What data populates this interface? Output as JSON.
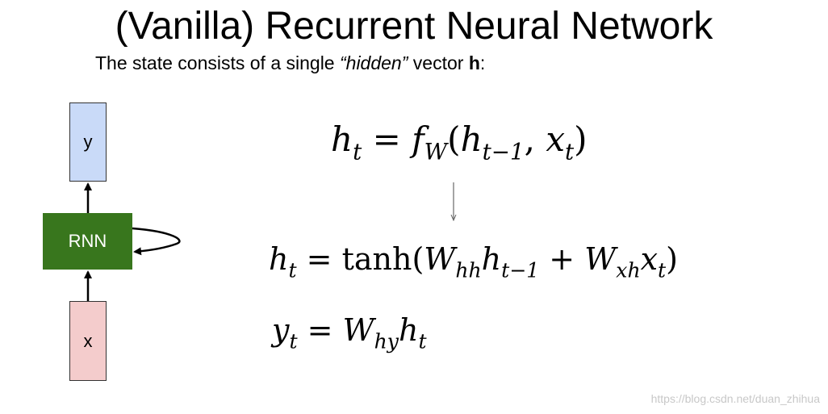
{
  "slide": {
    "title": "(Vanilla) Recurrent Neural Network",
    "subtitle_prefix": "The state consists of a single ",
    "subtitle_em": "“hidden”",
    "subtitle_mid": " vector ",
    "subtitle_bold": "h",
    "subtitle_suffix": ":"
  },
  "diagram": {
    "output_label": "y",
    "cell_label": "RNN",
    "input_label": "x",
    "output_color": "#c9daf8",
    "cell_color": "#38761d",
    "input_color": "#f4cccc"
  },
  "equations": {
    "eq1": {
      "lhs_var": "h",
      "lhs_sub": "t",
      "eq": "=",
      "f": "f",
      "f_sub": "W",
      "open": "(",
      "a": "h",
      "a_sub": "t−1",
      "comma": ",",
      "b": "x",
      "b_sub": "t",
      "close": ")"
    },
    "eq2": {
      "lhs_var": "h",
      "lhs_sub": "t",
      "eq": "=",
      "fn": "tanh",
      "open": "(",
      "w1": "W",
      "w1_sub": "hh",
      "a": "h",
      "a_sub": "t−1",
      "plus": "+",
      "w2": "W",
      "w2_sub": "xh",
      "b": "x",
      "b_sub": "t",
      "close": ")"
    },
    "eq3": {
      "lhs_var": "y",
      "lhs_sub": "t",
      "eq": "=",
      "w": "W",
      "w_sub": "hy",
      "a": "h",
      "a_sub": "t"
    }
  },
  "watermark": "https://blog.csdn.net/duan_zhihua"
}
